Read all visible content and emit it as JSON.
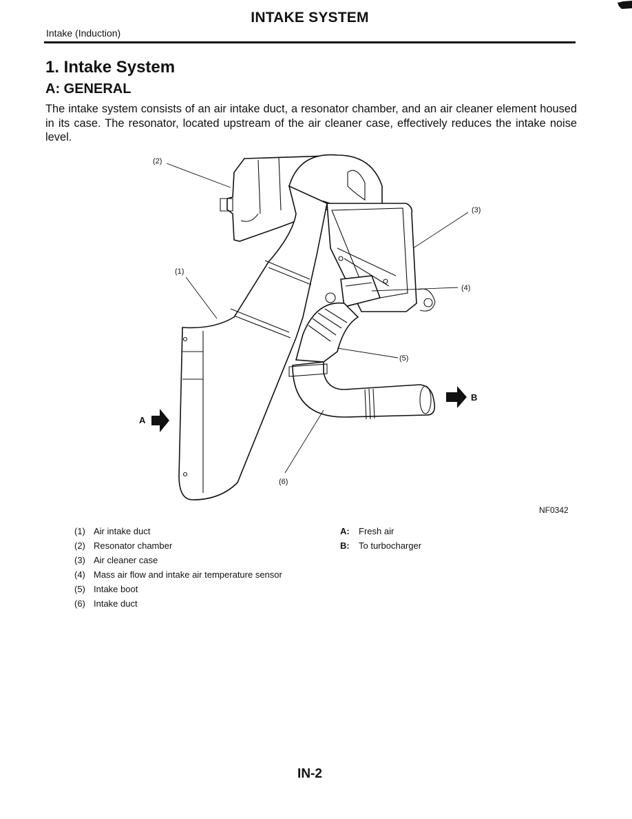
{
  "header": {
    "title": "INTAKE SYSTEM",
    "section": "Intake (Induction)"
  },
  "content": {
    "heading": "1. Intake System",
    "subheading": "A: GENERAL",
    "intro": "The intake system consists of an air intake duct, a resonator chamber, and an air cleaner element housed in its case. The resonator, located upstream of the air cleaner case, effectively reduces the intake noise level."
  },
  "figure": {
    "id": "NF0342",
    "callouts": [
      "(1)",
      "(2)",
      "(3)",
      "(4)",
      "(5)",
      "(6)"
    ],
    "arrows": [
      "A",
      "B"
    ]
  },
  "legend": {
    "parts": [
      {
        "num": "(1)",
        "label": "Air intake duct"
      },
      {
        "num": "(2)",
        "label": "Resonator chamber"
      },
      {
        "num": "(3)",
        "label": "Air cleaner case"
      },
      {
        "num": "(4)",
        "label": "Mass air flow and intake air temperature sensor"
      },
      {
        "num": "(5)",
        "label": "Intake boot"
      },
      {
        "num": "(6)",
        "label": "Intake duct"
      }
    ],
    "flows": [
      {
        "key": "A:",
        "label": "Fresh air"
      },
      {
        "key": "B:",
        "label": "To turbocharger"
      }
    ]
  },
  "footer": {
    "page": "IN-2"
  }
}
